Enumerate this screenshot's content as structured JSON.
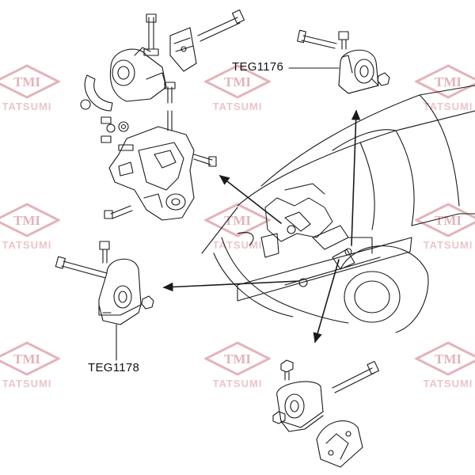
{
  "watermark": {
    "logo_text": "TMI",
    "brand_text": "TATSUMI",
    "color": "#e3b3b9"
  },
  "parts": [
    {
      "id": "teg1176",
      "label": "TEG1176"
    },
    {
      "id": "teg1178",
      "label": "TEG1178"
    }
  ],
  "colors": {
    "line": "#1a1a1a",
    "background": "#ffffff"
  }
}
